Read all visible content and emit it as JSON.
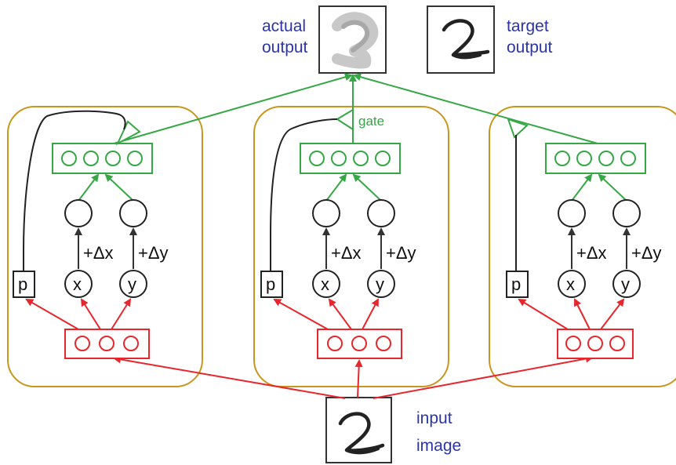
{
  "colors": {
    "green": "#35a845",
    "red": "#e8262d",
    "gold": "#c9961c",
    "text_blue": "#2b35a8",
    "dark": "#222222"
  },
  "labels": {
    "actual_output": [
      "actual",
      "output"
    ],
    "target_output": [
      "target",
      "output"
    ],
    "input_image": [
      "input",
      "image"
    ],
    "gate": "gate",
    "delta_x": "+Δx",
    "delta_y": "+Δy",
    "p": "p",
    "x": "x",
    "y": "y"
  },
  "images": {
    "actual_output": "blurry-grey-digit-2",
    "target_output": "handwritten-digit-2",
    "input_image": "handwritten-digit-2"
  },
  "capsules": [
    {
      "id": "capsule-1",
      "gate_side": "right"
    },
    {
      "id": "capsule-2",
      "gate_side": "right"
    },
    {
      "id": "capsule-3",
      "gate_side": "left"
    }
  ]
}
